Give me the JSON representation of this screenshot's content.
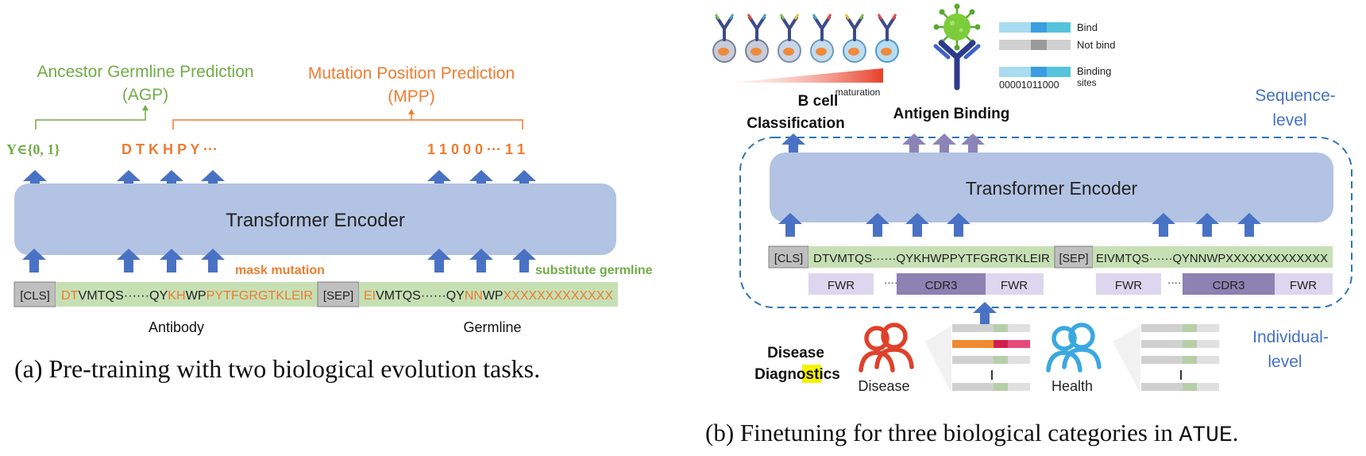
{
  "colors": {
    "encoder": "#b3c3e3",
    "arrow_blue": "#4a72c4",
    "arrow_purple": "#8c84b8",
    "green_text": "#70ad47",
    "orange_text": "#ed7d31",
    "seq_green": "#c6e0b4",
    "cls_gray": "#bfbfbf",
    "label_blue": "#4472c4",
    "fwr": "#dcd6ee",
    "cdr3": "#8e81b3",
    "dashed": "#2e75b6",
    "disease_red": "#e0402a",
    "health_blue": "#3aa8e0"
  },
  "panel_a": {
    "agp_title": "Ancestor Germline Prediction",
    "agp_abbr": "(AGP)",
    "mpp_title": "Mutation Position Prediction",
    "mpp_abbr": "(MPP)",
    "agp_output": "Y∈{0, 1}",
    "mpp_tokens": "D T K H P Y ···",
    "mpp_bits": "1 1 0 0 0 ··· 1 1",
    "encoder_label": "Transformer Encoder",
    "mask_mutation": "mask mutation",
    "substitute_germline": "substitute germline",
    "cls": "[CLS]",
    "sep": "[SEP]",
    "antibody_seq": {
      "p1": "DT",
      "p2": "VMTQS······QY",
      "p3": "KH",
      "p4": "WP",
      "p5": "PYTFGRGTKLEIR"
    },
    "germline_seq": {
      "p1": "EI",
      "p2": "VMTQS······QY",
      "p3": "NN",
      "p4": "WP",
      "p5": "XXXXXXXXXXXXX"
    },
    "antibody_label": "Antibody",
    "germline_label": "Germline",
    "caption": "(a) Pre-training with two biological evolution tasks."
  },
  "panel_b": {
    "maturation": "maturation",
    "bind": "Bind",
    "not_bind": "Not bind",
    "binding_sites": "Binding",
    "binding_sites_2": "sites",
    "binding_code": "00001011000",
    "bcell_1": "B cell",
    "bcell_2": "Classification",
    "antigen_binding": "Antigen Binding",
    "sequence_level_1": "Sequence-",
    "sequence_level_2": "level",
    "encoder_label": "Transformer Encoder",
    "cls": "[CLS]",
    "sep": "[SEP]",
    "seq1": "DTVMTQS······QYKHWPPYTFGRGTKLEIR",
    "seq2": "EIVMTQS······QYNNWPXXXXXXXXXXXXX",
    "fwr": "FWR",
    "cdr3": "CDR3",
    "dots": "······",
    "disease_diag_1": "Disease",
    "disease_diag_2a": "Diag",
    "disease_diag_2b": "no",
    "disease_diag_2c": "stics",
    "disease": "Disease",
    "health": "Health",
    "individual_level_1": "Individual-",
    "individual_level_2": "level",
    "caption_a": "(b) Finetuning for three biological categories in ",
    "caption_b": "ATUE",
    "caption_c": "."
  }
}
